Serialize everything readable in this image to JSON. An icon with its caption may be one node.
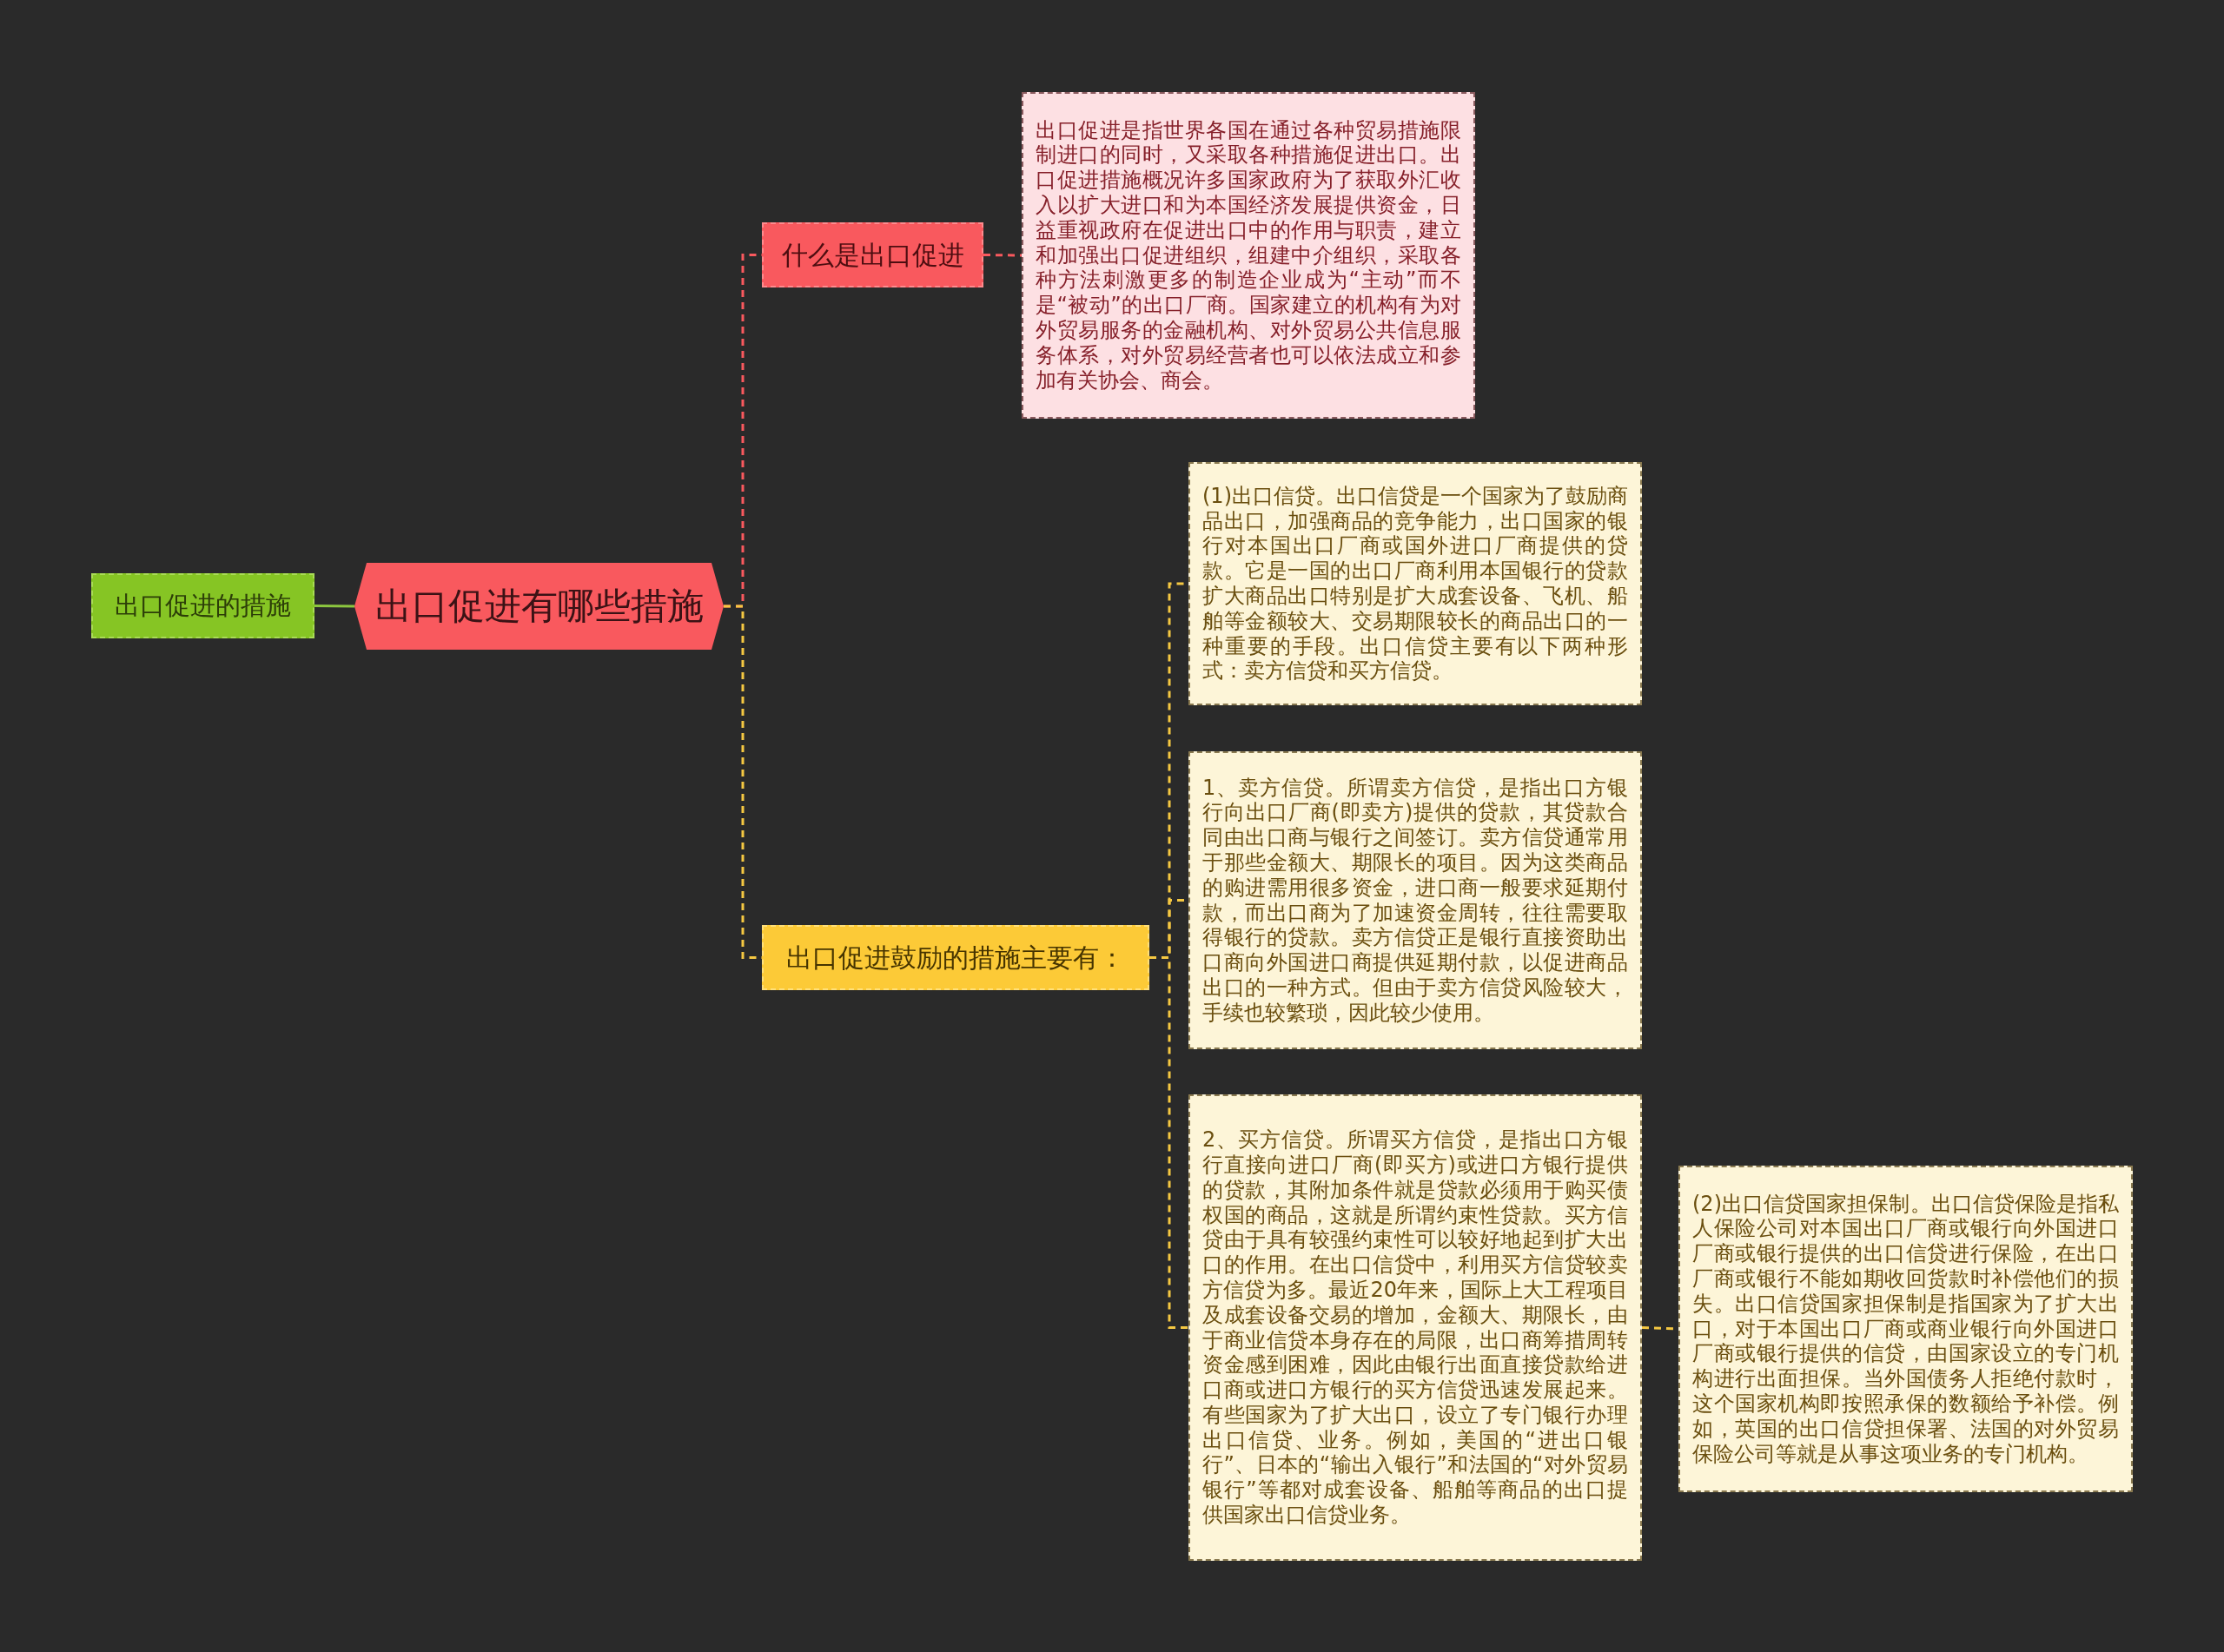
{
  "diagram": {
    "nodes": [
      {
        "text": [
          "出口促进有哪些措施"
        ]
      },
      {
        "text": [
          "出口促进的措施"
        ]
      },
      {
        "text": [
          "什么是出口促进"
        ]
      },
      {
        "text": [
          "出口促进是指世界各国在通过各种贸易措施限制进口的同时，又采取各种措施促进出口。出口促进措施概况许多国家政府为了获取外汇收入以扩大进口和为本国经济发展提供资金，日益重视政府在促进出口中的作用与职责，建立和加强出口促进组织，组建中介组织，采取各种方法刺激更多的制造企业成为“主动”而不是“被动”的出口厂商。国家建立的机构有为对外贸易服务的金融机构、对外贸易公共信息服务体系，对外贸易经营者也可以依法成立和参加有关协会、商会。"
        ]
      },
      {
        "text": [
          "出口促进鼓励的措施主要有："
        ]
      },
      {
        "text": [
          "(1)出口信贷。出口信贷是一个国家为了鼓励商品出口，加强商品的竞争能力，出口国家的银行对本国出口厂商或国外进口厂商提供的贷款。它是一国的出口厂商利用本国银行的贷款扩大商品出口特别是扩大成套设备、飞机、船舶等金额较大、交易期限较长的商品出口的一种重要的手段。出口信贷主要有以下两种形式：卖方信贷和买方信贷。"
        ]
      },
      {
        "text": [
          "1、卖方信贷。所谓卖方信贷，是指出口方银行向出口厂商(即卖方)提供的贷款，其贷款合同由出口商与银行之间签订。卖方信贷通常用于那些金额大、期限长的项目。因为这类商品的购进需用很多资金，进口商一般要求延期付款，而出口商为了加速资金周转，往往需要取得银行的贷款。卖方信贷正是银行直接资助出口商向外国进口商提供延期付款，以促进商品出口的一种方式。但由于卖方信贷风险较大，手续也较繁琐，因此较少使用。"
        ]
      },
      {
        "text": [
          "2、买方信贷。所谓买方信贷，是指出口方银行直接向进口厂商(即买方)或进口方银行提供的贷款，其附加条件就是贷款必须用于购买债权国的商品，这就是所谓约束性贷款。买方信贷由于具有较强约束性可以较好地起到扩大出口的作用。在出口信贷中，利用买方信贷较卖方信贷为多。最近20年来，国际上大工程项目及成套设备交易的增加，金额大、期限长，由于商业信贷本身存在的局限，出口商筹措周转资金感到困难，因此由银行出面直接贷款给进口商或进口方银行的买方信贷迅速发展起来。有些国家为了扩大出口，设立了专门银行办理出口信贷、业务。例如，美国的“进出口银行”、日本的“输出入银行”和法国的“对外贸易银行”等都对成套设备、船舶等商品的出口提供国家出口信贷业务。"
        ]
      },
      {
        "text": [
          "(2)出口信贷国家担保制。出口信贷保险是指私人保险公司对本国出口厂商或银行向外国进口厂商或银行提供的出口信贷进行保险，在出口厂商或银行不能如期收回货款时补偿他们的损失。出口信贷国家担保制是指国家为了扩大出口，对于本国出口厂商或商业银行向外国进口厂商或银行提供的信贷，由国家设立的专门机构进行出面担保。当外国债务人拒绝付款时，这个国家机构即按照承保的数额给予补偿。例如，英国的出口信贷担保署、法国的对外贸易保险公司等就是从事这项业务的专门机构。"
        ]
      }
    ],
    "edges": [
      {
        "from": 0,
        "to": 1,
        "arrow": "none",
        "color": "#8cc63f"
      },
      {
        "from": 0,
        "to": 2,
        "arrow": "none",
        "style": "dashed",
        "color": "#f9595e"
      },
      {
        "from": 2,
        "to": 3,
        "arrow": "none",
        "style": "dashed",
        "color": "#f9595e"
      },
      {
        "from": 0,
        "to": 4,
        "arrow": "none",
        "style": "dashed"
      },
      {
        "from": 4,
        "to": 5,
        "arrow": "none",
        "style": "dashed"
      },
      {
        "from": 4,
        "to": 6,
        "arrow": "none",
        "style": "dashed"
      },
      {
        "from": 4,
        "to": 7,
        "arrow": "none",
        "style": "dashed"
      },
      {
        "from": 7,
        "to": 8,
        "arrow": "none",
        "style": "dashed"
      }
    ]
  }
}
